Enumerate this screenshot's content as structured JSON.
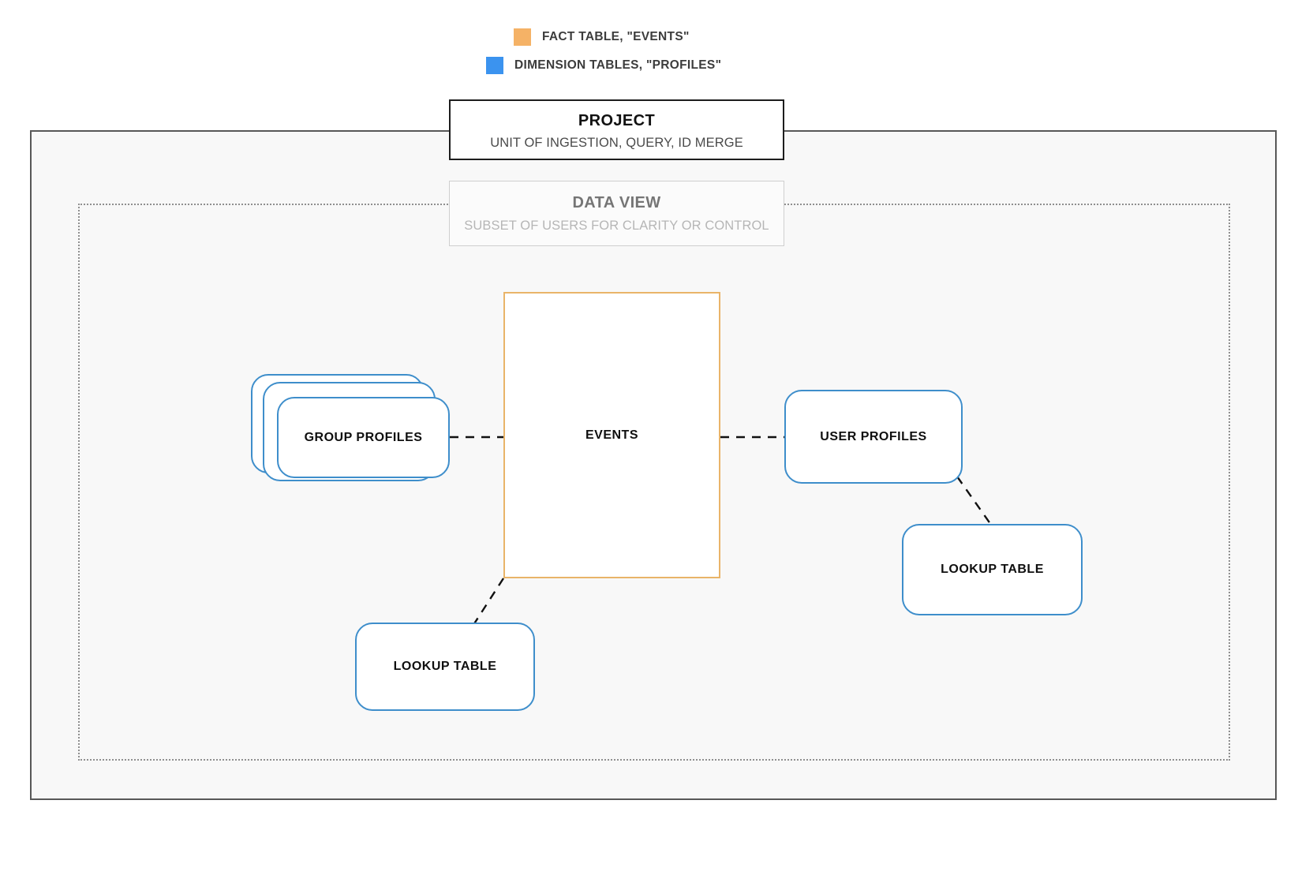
{
  "legend": {
    "items": [
      {
        "label": "FACT TABLE, \"EVENTS\"",
        "color": "#f5b266",
        "icon": "orange-square-swatch"
      },
      {
        "label": "DIMENSION TABLES, \"PROFILES\"",
        "color": "#3b93ef",
        "icon": "blue-square-swatch"
      }
    ]
  },
  "project": {
    "title": "PROJECT",
    "subtitle": "UNIT OF INGESTION, QUERY, ID MERGE",
    "border_color": "#1d1d1d",
    "fill_color": "#f8f8f8"
  },
  "data_view": {
    "title": "DATA VIEW",
    "subtitle": "SUBSET OF USERS FOR CLARITY OR CONTROL",
    "border_color": "#8f8f8f",
    "title_color": "#757575",
    "subtitle_color": "#b6b6b6"
  },
  "entities": {
    "events": {
      "label": "EVENTS",
      "kind": "fact-table",
      "border_color": "#e9b469"
    },
    "group_profiles": {
      "label": "GROUP PROFILES",
      "kind": "dimension-table-stack",
      "stack_count": 3,
      "border_color": "#3e8ecb"
    },
    "user_profiles": {
      "label": "USER PROFILES",
      "kind": "dimension-table",
      "border_color": "#3e8ecb"
    },
    "lookup_table_left": {
      "label": "LOOKUP TABLE",
      "kind": "dimension-table",
      "border_color": "#3e8ecb"
    },
    "lookup_table_right": {
      "label": "LOOKUP TABLE",
      "kind": "dimension-table",
      "border_color": "#3e8ecb"
    }
  },
  "connectors": {
    "style": "dashed",
    "color": "#111111",
    "links": [
      {
        "from": "group_profiles",
        "to": "events"
      },
      {
        "from": "events",
        "to": "user_profiles"
      },
      {
        "from": "user_profiles",
        "to": "lookup_table_right"
      },
      {
        "from": "events",
        "to": "lookup_table_left"
      }
    ]
  }
}
